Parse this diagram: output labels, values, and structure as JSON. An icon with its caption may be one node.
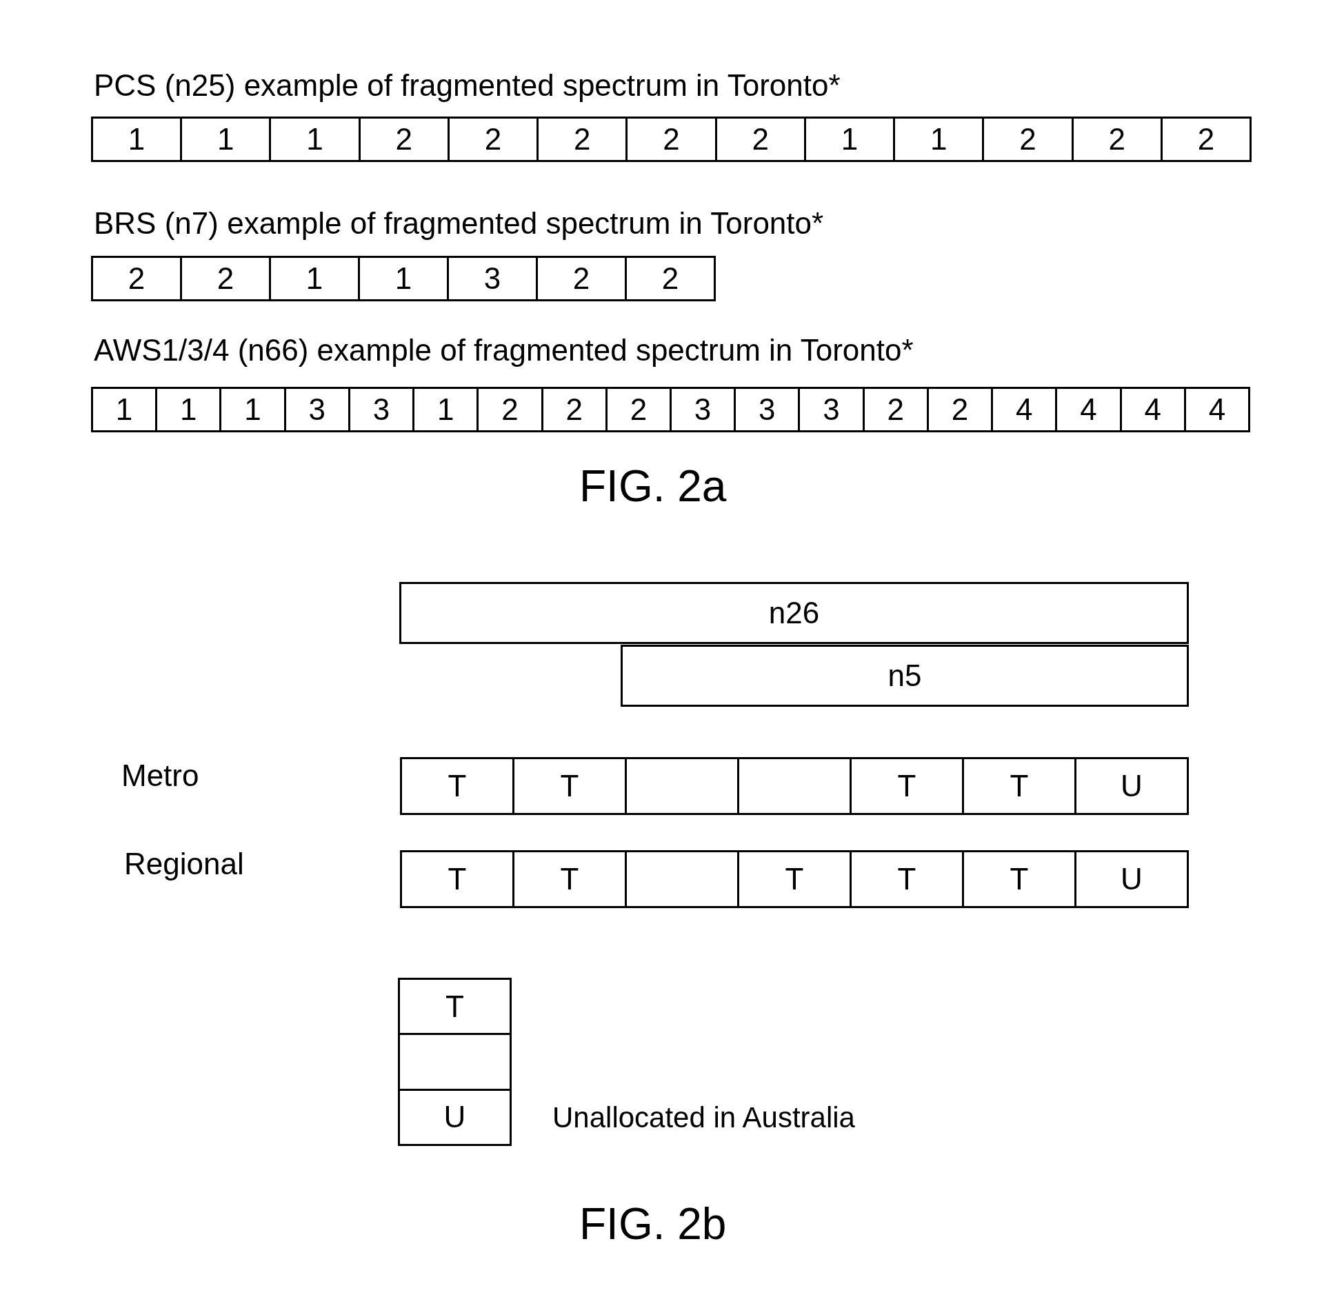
{
  "diagram": {
    "nodes": [
      {
        "text": [
          "1"
        ]
      },
      {
        "text": [
          "1"
        ]
      },
      {
        "text": [
          "1"
        ]
      },
      {
        "text": [
          "2"
        ]
      },
      {
        "text": [
          "2"
        ]
      },
      {
        "text": [
          "2"
        ]
      },
      {
        "text": [
          "2"
        ]
      },
      {
        "text": [
          "2"
        ]
      },
      {
        "text": [
          "1"
        ]
      },
      {
        "text": [
          "1"
        ]
      },
      {
        "text": [
          "2"
        ]
      },
      {
        "text": [
          "2"
        ]
      },
      {
        "text": [
          "2"
        ]
      },
      {
        "text": [
          "2"
        ]
      },
      {
        "text": [
          "2"
        ]
      },
      {
        "text": [
          "1"
        ]
      },
      {
        "text": [
          "1"
        ]
      },
      {
        "text": [
          "3"
        ]
      },
      {
        "text": [
          "2"
        ]
      },
      {
        "text": [
          "2"
        ]
      },
      {
        "text": [
          "1"
        ]
      },
      {
        "text": [
          "1"
        ]
      },
      {
        "text": [
          "1"
        ]
      },
      {
        "text": [
          "3"
        ]
      },
      {
        "text": [
          "3"
        ]
      },
      {
        "text": [
          "1"
        ]
      },
      {
        "text": [
          "2"
        ]
      },
      {
        "text": [
          "2"
        ]
      },
      {
        "text": [
          "2"
        ]
      },
      {
        "text": [
          "3"
        ]
      },
      {
        "text": [
          "3"
        ]
      },
      {
        "text": [
          "3"
        ]
      },
      {
        "text": [
          "2"
        ]
      },
      {
        "text": [
          "2"
        ]
      },
      {
        "text": [
          "4"
        ]
      },
      {
        "text": [
          "4"
        ]
      },
      {
        "text": [
          "4"
        ]
      },
      {
        "text": [
          "4"
        ]
      },
      {
        "text": [
          "n26"
        ]
      },
      {
        "text": [
          "n5"
        ]
      },
      {
        "text": [
          "T"
        ]
      },
      {
        "text": [
          "T"
        ]
      },
      {
        "text": [],
        "shape": "box"
      },
      {
        "text": [],
        "shape": "box"
      },
      {
        "text": [
          "T"
        ]
      },
      {
        "text": [
          "T"
        ]
      },
      {
        "text": [
          "U"
        ]
      },
      {
        "text": [
          "T"
        ]
      },
      {
        "text": [
          "T"
        ]
      },
      {
        "text": [],
        "shape": "box"
      },
      {
        "text": [
          "T"
        ]
      },
      {
        "text": [
          "T"
        ]
      },
      {
        "text": [
          "T"
        ]
      },
      {
        "text": [
          "U"
        ]
      },
      {
        "text": [
          "T"
        ]
      },
      {
        "text": [],
        "shape": "box"
      },
      {
        "text": [
          "U"
        ],
        "beside": [
          "Unallocated in Australia"
        ]
      }
    ],
    "labels": [
      "PCS (n25) example of fragmented spectrum in Toronto*",
      "BRS (n7) example of fragmented spectrum in Toronto*",
      "AWS1/3/4 (n66) example of fragmented spectrum in Toronto*",
      "FIG. 2a",
      "Metro",
      "Regional",
      "FIG. 2b"
    ]
  }
}
